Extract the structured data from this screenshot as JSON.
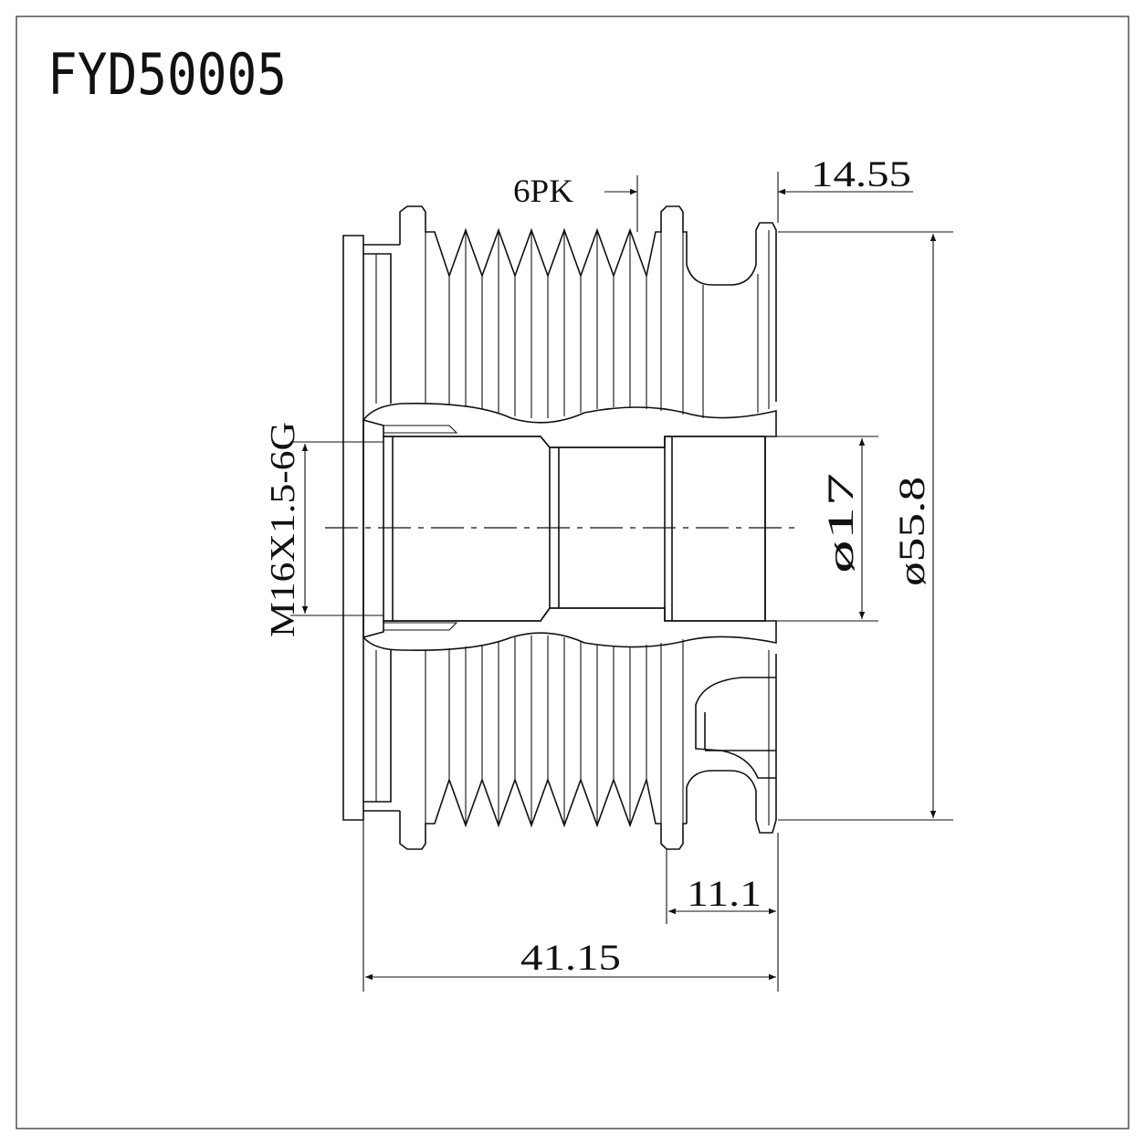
{
  "title": "FYD50005",
  "colors": {
    "line": "#111111",
    "background": "#ffffff"
  },
  "dimensions": {
    "belt_profile": "6PK",
    "clutch_width": "14.55",
    "bore": "ø17",
    "outer_diameter": "ø55.8",
    "thread": "M16X1.5-6G",
    "hub_length": "11.1",
    "overall_length": "41.15"
  }
}
